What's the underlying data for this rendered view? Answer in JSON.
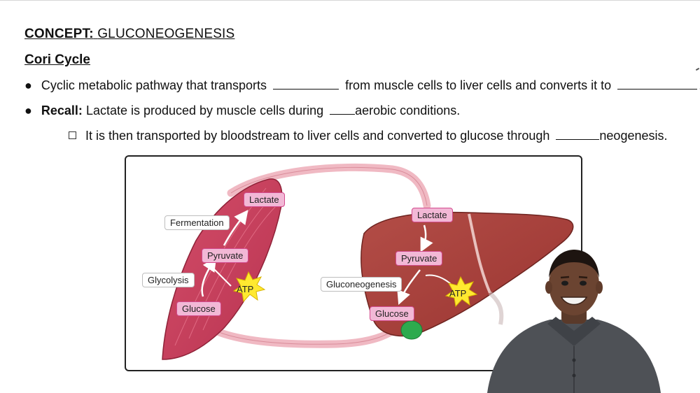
{
  "header": {
    "concept_prefix": "CONCEPT:",
    "concept_title": "GLUCONEOGENESIS",
    "subtitle": "Cori Cycle"
  },
  "bullets": [
    {
      "marker": "●",
      "part1": "Cyclic metabolic pathway that transports",
      "part2": "from muscle cells to liver cells and converts it to",
      "part3": "."
    },
    {
      "marker": "●",
      "bold": "Recall:",
      "part1": "Lactate is produced by muscle cells during",
      "part2": "aerobic conditions."
    },
    {
      "part1": "It is then transported by bloodstream to liver cells and converted to glucose through",
      "part2": "neogenesis."
    }
  ],
  "diagram": {
    "muscle": {
      "lactate": "Lactate",
      "fermentation": "Fermentation",
      "pyruvate": "Pyruvate",
      "glycolysis": "Glycolysis",
      "atp": "ATP",
      "glucose": "Glucose"
    },
    "liver": {
      "lactate": "Lactate",
      "pyruvate": "Pyruvate",
      "gluconeogenesis": "Gluconeogenesis",
      "atp": "ATP",
      "glucose": "Glucose"
    }
  },
  "colors": {
    "muscle": "#c63d5a",
    "liver": "#a9403c",
    "vessel": "#f0b9c3",
    "tag_pink_fill": "#f2b8d6",
    "tag_pink_border": "#d34a8d",
    "atp_star": "#ffe930",
    "gallbladder": "#2daa4e"
  },
  "icons": {
    "presenter": "presenter-avatar",
    "checkbox": "checkbox-icon"
  }
}
